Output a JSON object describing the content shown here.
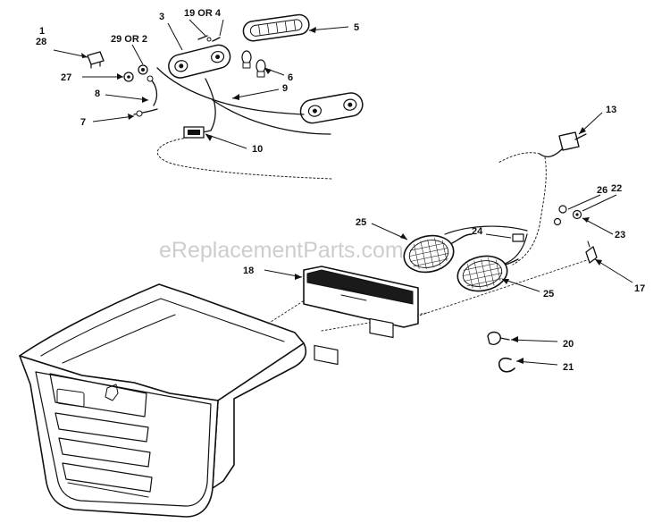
{
  "watermark": "eReplacementParts.com",
  "callouts": {
    "c1": "1",
    "c28": "28",
    "c29or2": "29 OR 2",
    "c3": "3",
    "c19or4": "19 OR 4",
    "c5": "5",
    "c27": "27",
    "c6": "6",
    "c8": "8",
    "c9": "9",
    "c7": "7",
    "c10": "10",
    "c13": "13",
    "c26": "26",
    "c22": "22",
    "c25a": "25",
    "c24": "24",
    "c23": "23",
    "c18": "18",
    "c17": "17",
    "c25b": "25",
    "c20": "20",
    "c21": "21"
  },
  "colors": {
    "ink": "#111111",
    "paper": "#ffffff",
    "watermark": "#bdbdbd"
  }
}
